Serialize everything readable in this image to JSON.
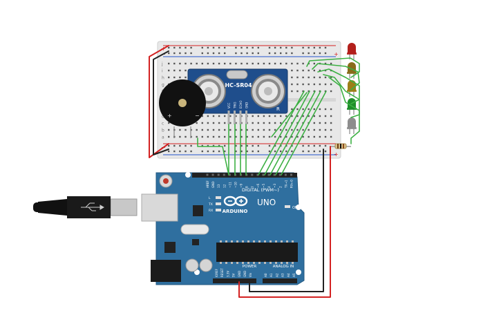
{
  "canvas": {
    "background": "#ffffff"
  },
  "sensor": {
    "model": "HC-SR04",
    "corner_mark": "R",
    "pins": [
      "VCC",
      "TRIG",
      "ECHO",
      "GND"
    ]
  },
  "arduino": {
    "brand": "ARDUINO",
    "model": "UNO",
    "digital_header": "DIGITAL (PWM~)",
    "power_header": "POWER",
    "analog_header": "ANALOG IN",
    "on_led": "ON",
    "led_labels": [
      "L",
      "TX",
      "RX"
    ],
    "digital_pins": [
      "AREF",
      "GND",
      "13",
      "12",
      "~11",
      "~10",
      "~9",
      "8",
      "7",
      "~6",
      "~5",
      "4",
      "~3",
      "2",
      "TX→1",
      "RX←0"
    ],
    "power_pins": [
      "IOREF",
      "RESET",
      "3.3V",
      "5V",
      "GND",
      "GND",
      "Vin"
    ],
    "analog_pins": [
      "A0",
      "A1",
      "A2",
      "A3",
      "A4",
      "A5"
    ]
  },
  "breadboard": {
    "rail_plus": "+",
    "rail_minus": "−",
    "row_letters_top": [
      "j",
      "i",
      "h",
      "g",
      "f"
    ],
    "row_letters_bottom": [
      "e",
      "d",
      "c",
      "b",
      "a"
    ]
  },
  "buzzer": {
    "plus": "+",
    "minus": "−"
  },
  "leds": [
    {
      "color": "red",
      "hex": "#b3201c"
    },
    {
      "color": "orange",
      "hex": "#8a6d1c"
    },
    {
      "color": "yellow",
      "hex": "#9d7f18"
    },
    {
      "color": "green",
      "hex": "#1f8f2a"
    },
    {
      "color": "white",
      "hex": "#8d8d8d"
    }
  ],
  "wire_colors": {
    "power": "#d32121",
    "ground": "#222222",
    "signal": "#3cb043"
  }
}
